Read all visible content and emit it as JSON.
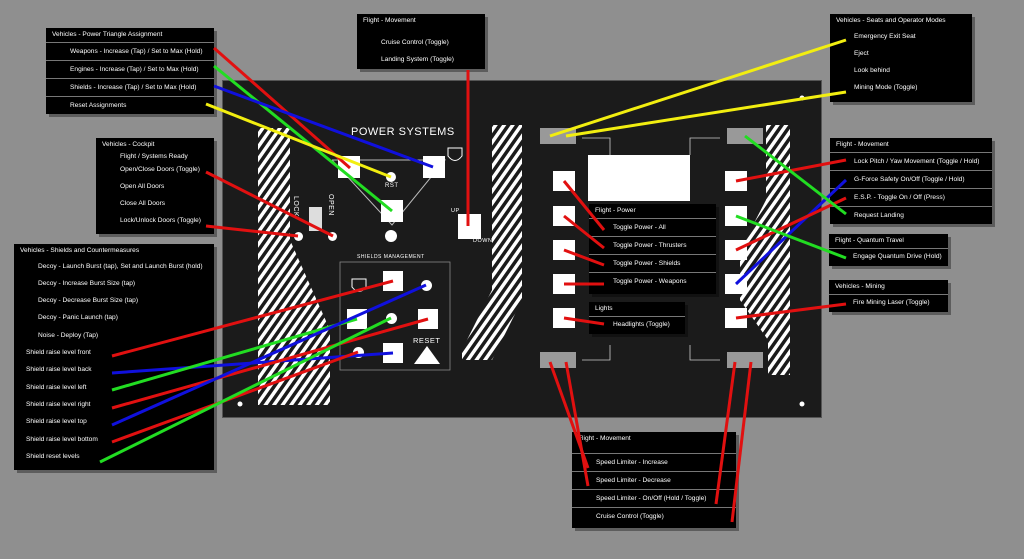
{
  "panel": {
    "title": "POWER SYSTEMS",
    "shields_label": "SHIELDS MANAGEMENT",
    "reset_label": "RESET",
    "rst_label": "RST",
    "up_label": "UP",
    "down_label": "DOWN",
    "lock_label": "LOCK",
    "open_label": "OPEN"
  },
  "boxes": {
    "power_triangle": {
      "header": "Vehicles - Power Triangle Assignment",
      "items": [
        "Weapons - Increase (Tap) / Set to Max (Hold)",
        "Engines - Increase (Tap) / Set to Max (Hold)",
        "Shields - Increase (Tap) / Set to Max (Hold)",
        "Reset Assignments"
      ]
    },
    "movement_top": {
      "header": "Flight - Movement",
      "items": [
        "Cruise Control (Toggle)",
        "Landing System (Toggle)"
      ]
    },
    "seats": {
      "header": "Vehicles - Seats and Operator Modes",
      "items": [
        "Emergency Exit Seat",
        "Eject",
        "Look behind",
        "Mining Mode (Toggle)"
      ]
    },
    "cockpit": {
      "header": "Vehicles - Cockpit",
      "items": [
        "Flight / Systems Ready",
        "Open/Close Doors (Toggle)",
        "Open All Doors",
        "Close All Doors",
        "Lock/Unlock Doors (Toggle)"
      ]
    },
    "movement_right": {
      "header": "Flight - Movement",
      "items": [
        "Lock Pitch / Yaw Movement (Toggle / Hold)",
        "G-Force Safety On/Off (Toggle / Hold)",
        "E.S.P. - Toggle On / Off (Press)",
        "Request Landing"
      ]
    },
    "shields": {
      "header": "Vehicles - Shields and Countermeasures",
      "items": [
        "Decoy - Launch Burst (tap), Set and Launch Burst (hold)",
        "Decoy - Increase Burst Size (tap)",
        "Decoy - Decrease Burst Size (tap)",
        "Decoy - Panic Launch (tap)",
        "Noise - Deploy (Tap)",
        "Shield raise level front",
        "Shield raise level back",
        "Shield raise level left",
        "Shield raise level right",
        "Shield raise level top",
        "Shield raise level bottom",
        "Shield reset levels"
      ]
    },
    "power": {
      "header": "Flight - Power",
      "items": [
        "Toggle Power - All",
        "Toggle Power - Thrusters",
        "Toggle Power - Shields",
        "Toggle Power - Weapons"
      ]
    },
    "quantum": {
      "header": "Flight - Quantum Travel",
      "items": [
        "Engage Quantum Drive (Hold)"
      ]
    },
    "mining": {
      "header": "Vehicles - Mining",
      "items": [
        "Fire Mining Laser (Toggle)"
      ]
    },
    "lights": {
      "header": "Lights",
      "items": [
        "Headlights (Toggle)"
      ]
    },
    "movement_bottom": {
      "header": "Flight - Movement",
      "items": [
        "Speed Limiter - Increase",
        "Speed Limiter - Decrease",
        "Speed Limiter - On/Off (Hold / Toggle)",
        "Cruise Control (Toggle)"
      ]
    }
  },
  "colors": {
    "red": "#e11010",
    "green": "#22dd22",
    "blue": "#1010dd",
    "yellow": "#f2ee10",
    "box_bg": "#000000",
    "panel_bg": "#1b1b1b",
    "page_bg": "#8f8f8f"
  }
}
